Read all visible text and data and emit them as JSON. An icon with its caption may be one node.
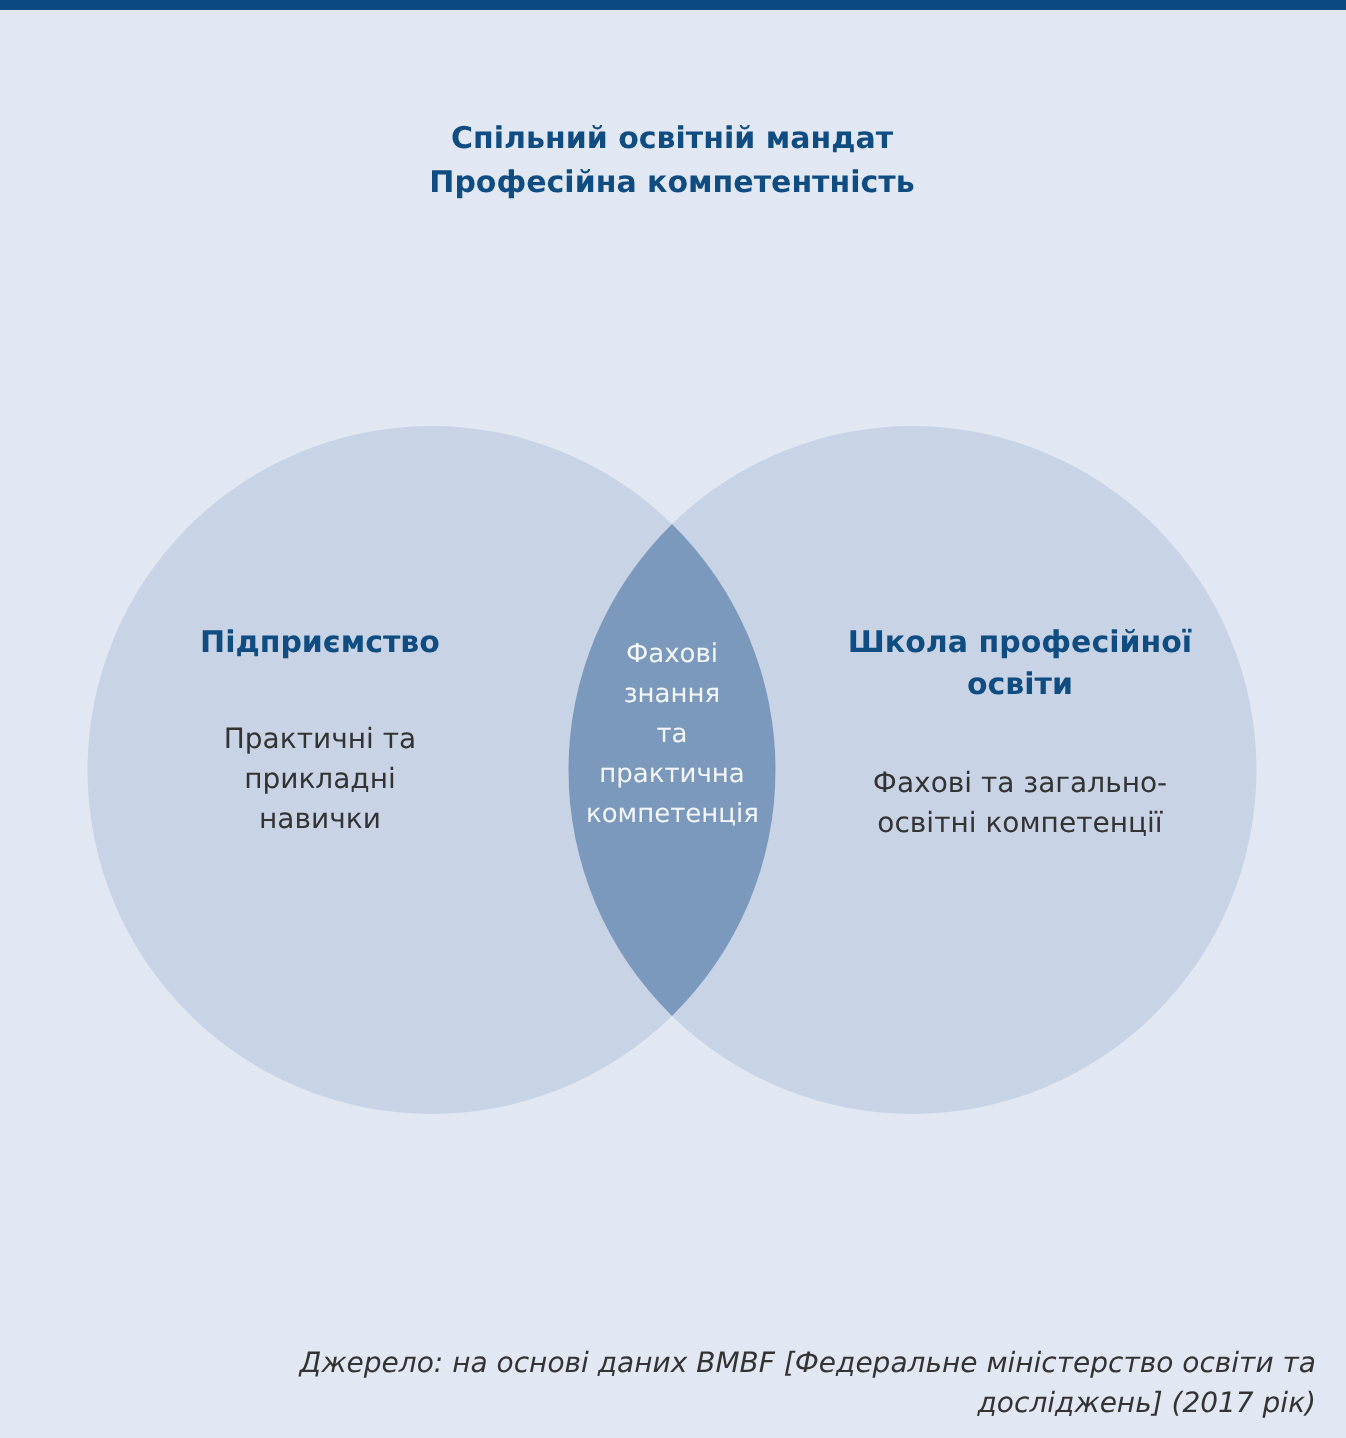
{
  "diagram": {
    "title": "Спільний освітній мандат Професійна компетентність",
    "caption": "Джерело: на основі даних BMBF [Федеральне міністерство освіти та досліджень] (2017 рік)",
    "nodes": [
      {
        "text": [
          "Підприємство",
          "Практичні та прикладні навички"
        ]
      },
      {
        "text": [
          "Школа професійної освіти",
          "Фахові та загально-освітні компетенції"
        ]
      },
      {
        "text": [
          "Фахові знання та практична компетенція"
        ]
      }
    ]
  }
}
